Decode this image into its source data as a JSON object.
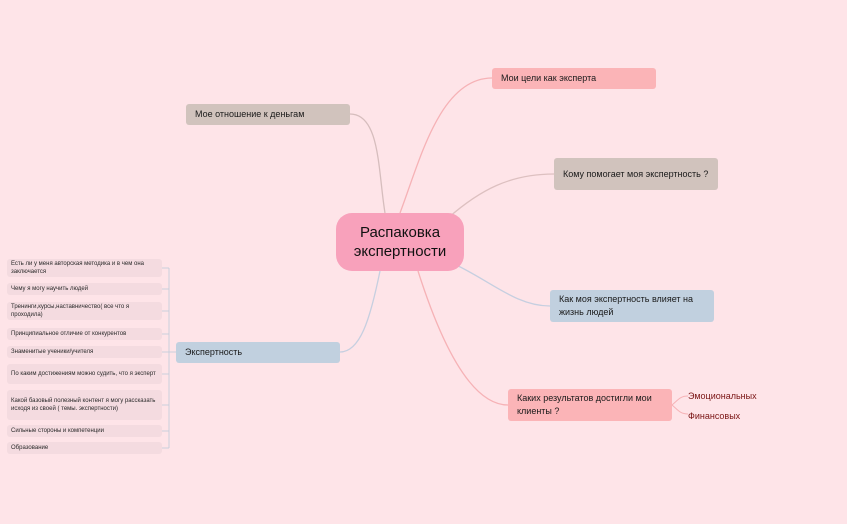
{
  "mindmap": {
    "root": "Распаковка экспертности",
    "branches": {
      "money": "Мое отношение к деньгам",
      "goals": "Мои цели как эксперта",
      "help": "Кому помогает моя экспертность ?",
      "impact": "Как моя экспертность влияет на жизнь людей",
      "results": "Каких результатов достигли мои клиенты ?",
      "expertise": "Экспертность"
    },
    "results_children": [
      "Эмоциональных",
      "Финансовых"
    ],
    "expertise_children": [
      "Есть ли у меня авторская методика и в чем она заключается",
      "Чему я могу научить людей",
      "Тренинги,курсы,наставничество( все что я проходила)",
      "Принципиальное отличие от конкурентов",
      "Знаменитые ученики/учителя",
      "По каким достижениям можно судить, что я эксперт",
      "Какой базовый полезный контент я могу рассказать исходя из своей ( темы. экспертности)",
      "Сильные стороны и компетенции",
      "Образование"
    ]
  },
  "colors": {
    "background": "#fee4e8",
    "root": "#f8a1bb",
    "taupe": "#d1c3bd",
    "pink": "#fbb4b7",
    "blue": "#c1d0df",
    "sub_text": "#7a1414"
  }
}
